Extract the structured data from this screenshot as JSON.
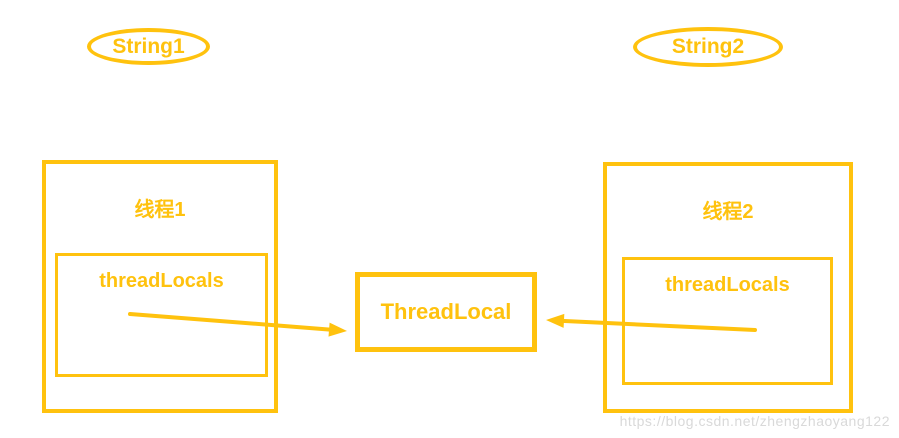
{
  "colors": {
    "accent": "#FFC20E",
    "watermark": "#d9d9d9",
    "bg": "#ffffff"
  },
  "ellipses": {
    "string1": "String1",
    "string2": "String2"
  },
  "threads": {
    "thread1": {
      "title": "线程1",
      "inner_label": "threadLocals"
    },
    "thread2": {
      "title": "线程2",
      "inner_label": "threadLocals"
    }
  },
  "center": {
    "label": "ThreadLocal"
  },
  "watermark": {
    "text": "https://blog.csdn.net/zhengzhaoyang122"
  }
}
